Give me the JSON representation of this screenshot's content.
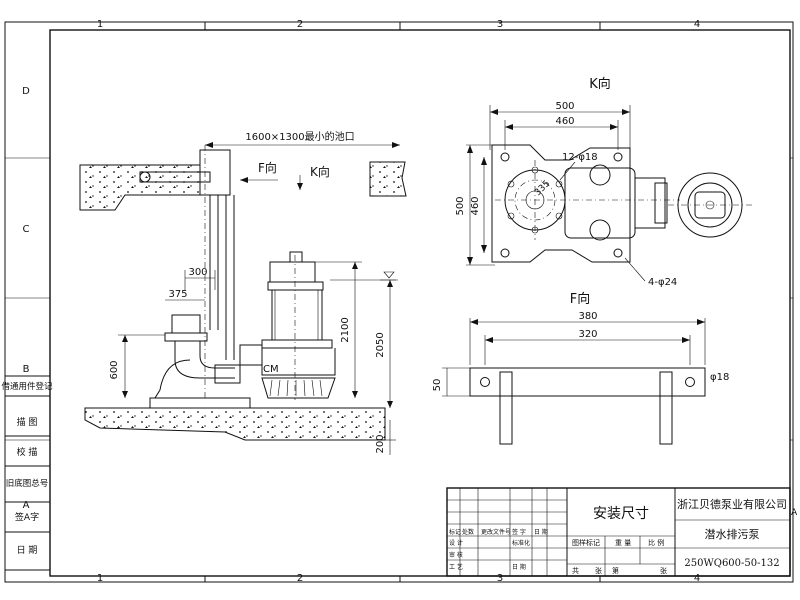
{
  "grid": {
    "cols": [
      "1",
      "2",
      "3",
      "4"
    ],
    "rows": [
      "D",
      "C",
      "B",
      "A"
    ]
  },
  "left_box": {
    "labels": [
      "借通用件登记",
      "描 图",
      "校 描",
      "旧底图总号",
      "签A字",
      "日 期"
    ]
  },
  "front_view": {
    "pool_label": "1600×1300最小的池口",
    "f_dir": "F向",
    "k_dir": "K向",
    "dim_300": "300",
    "dim_375": "375",
    "dim_600": "600",
    "dim_2100": "2100",
    "dim_2050": "2050",
    "dim_200": "200",
    "cm": "CM"
  },
  "k_view": {
    "title": "K向",
    "dim_500_h": "500",
    "dim_460_h": "460",
    "dim_500_v": "500",
    "dim_460_v": "460",
    "holes_top": "12-φ18",
    "dim_335": "335",
    "holes_bottom": "4-φ24"
  },
  "f_view": {
    "title": "F向",
    "dim_380": "380",
    "dim_320": "320",
    "dim_50": "50",
    "hole": "φ18"
  },
  "title_block": {
    "drawing_name": "安装尺寸",
    "company": "浙江贝德泵业有限公司",
    "product": "潜水排污泵",
    "model": "250WQ600-50-132",
    "col_labels": [
      "标记",
      "处数",
      "更改文件号",
      "签 字",
      "日 期"
    ],
    "row_design": "设 计",
    "std": "标准化",
    "stage_mark": "图样标记",
    "weight": "重 量",
    "scale": "比 例",
    "audit": "审 核",
    "process": "工 艺",
    "date": "日 期",
    "total": "共",
    "sheet": "张",
    "page": "第",
    "page_unit": "张",
    "edge_a": "A"
  }
}
